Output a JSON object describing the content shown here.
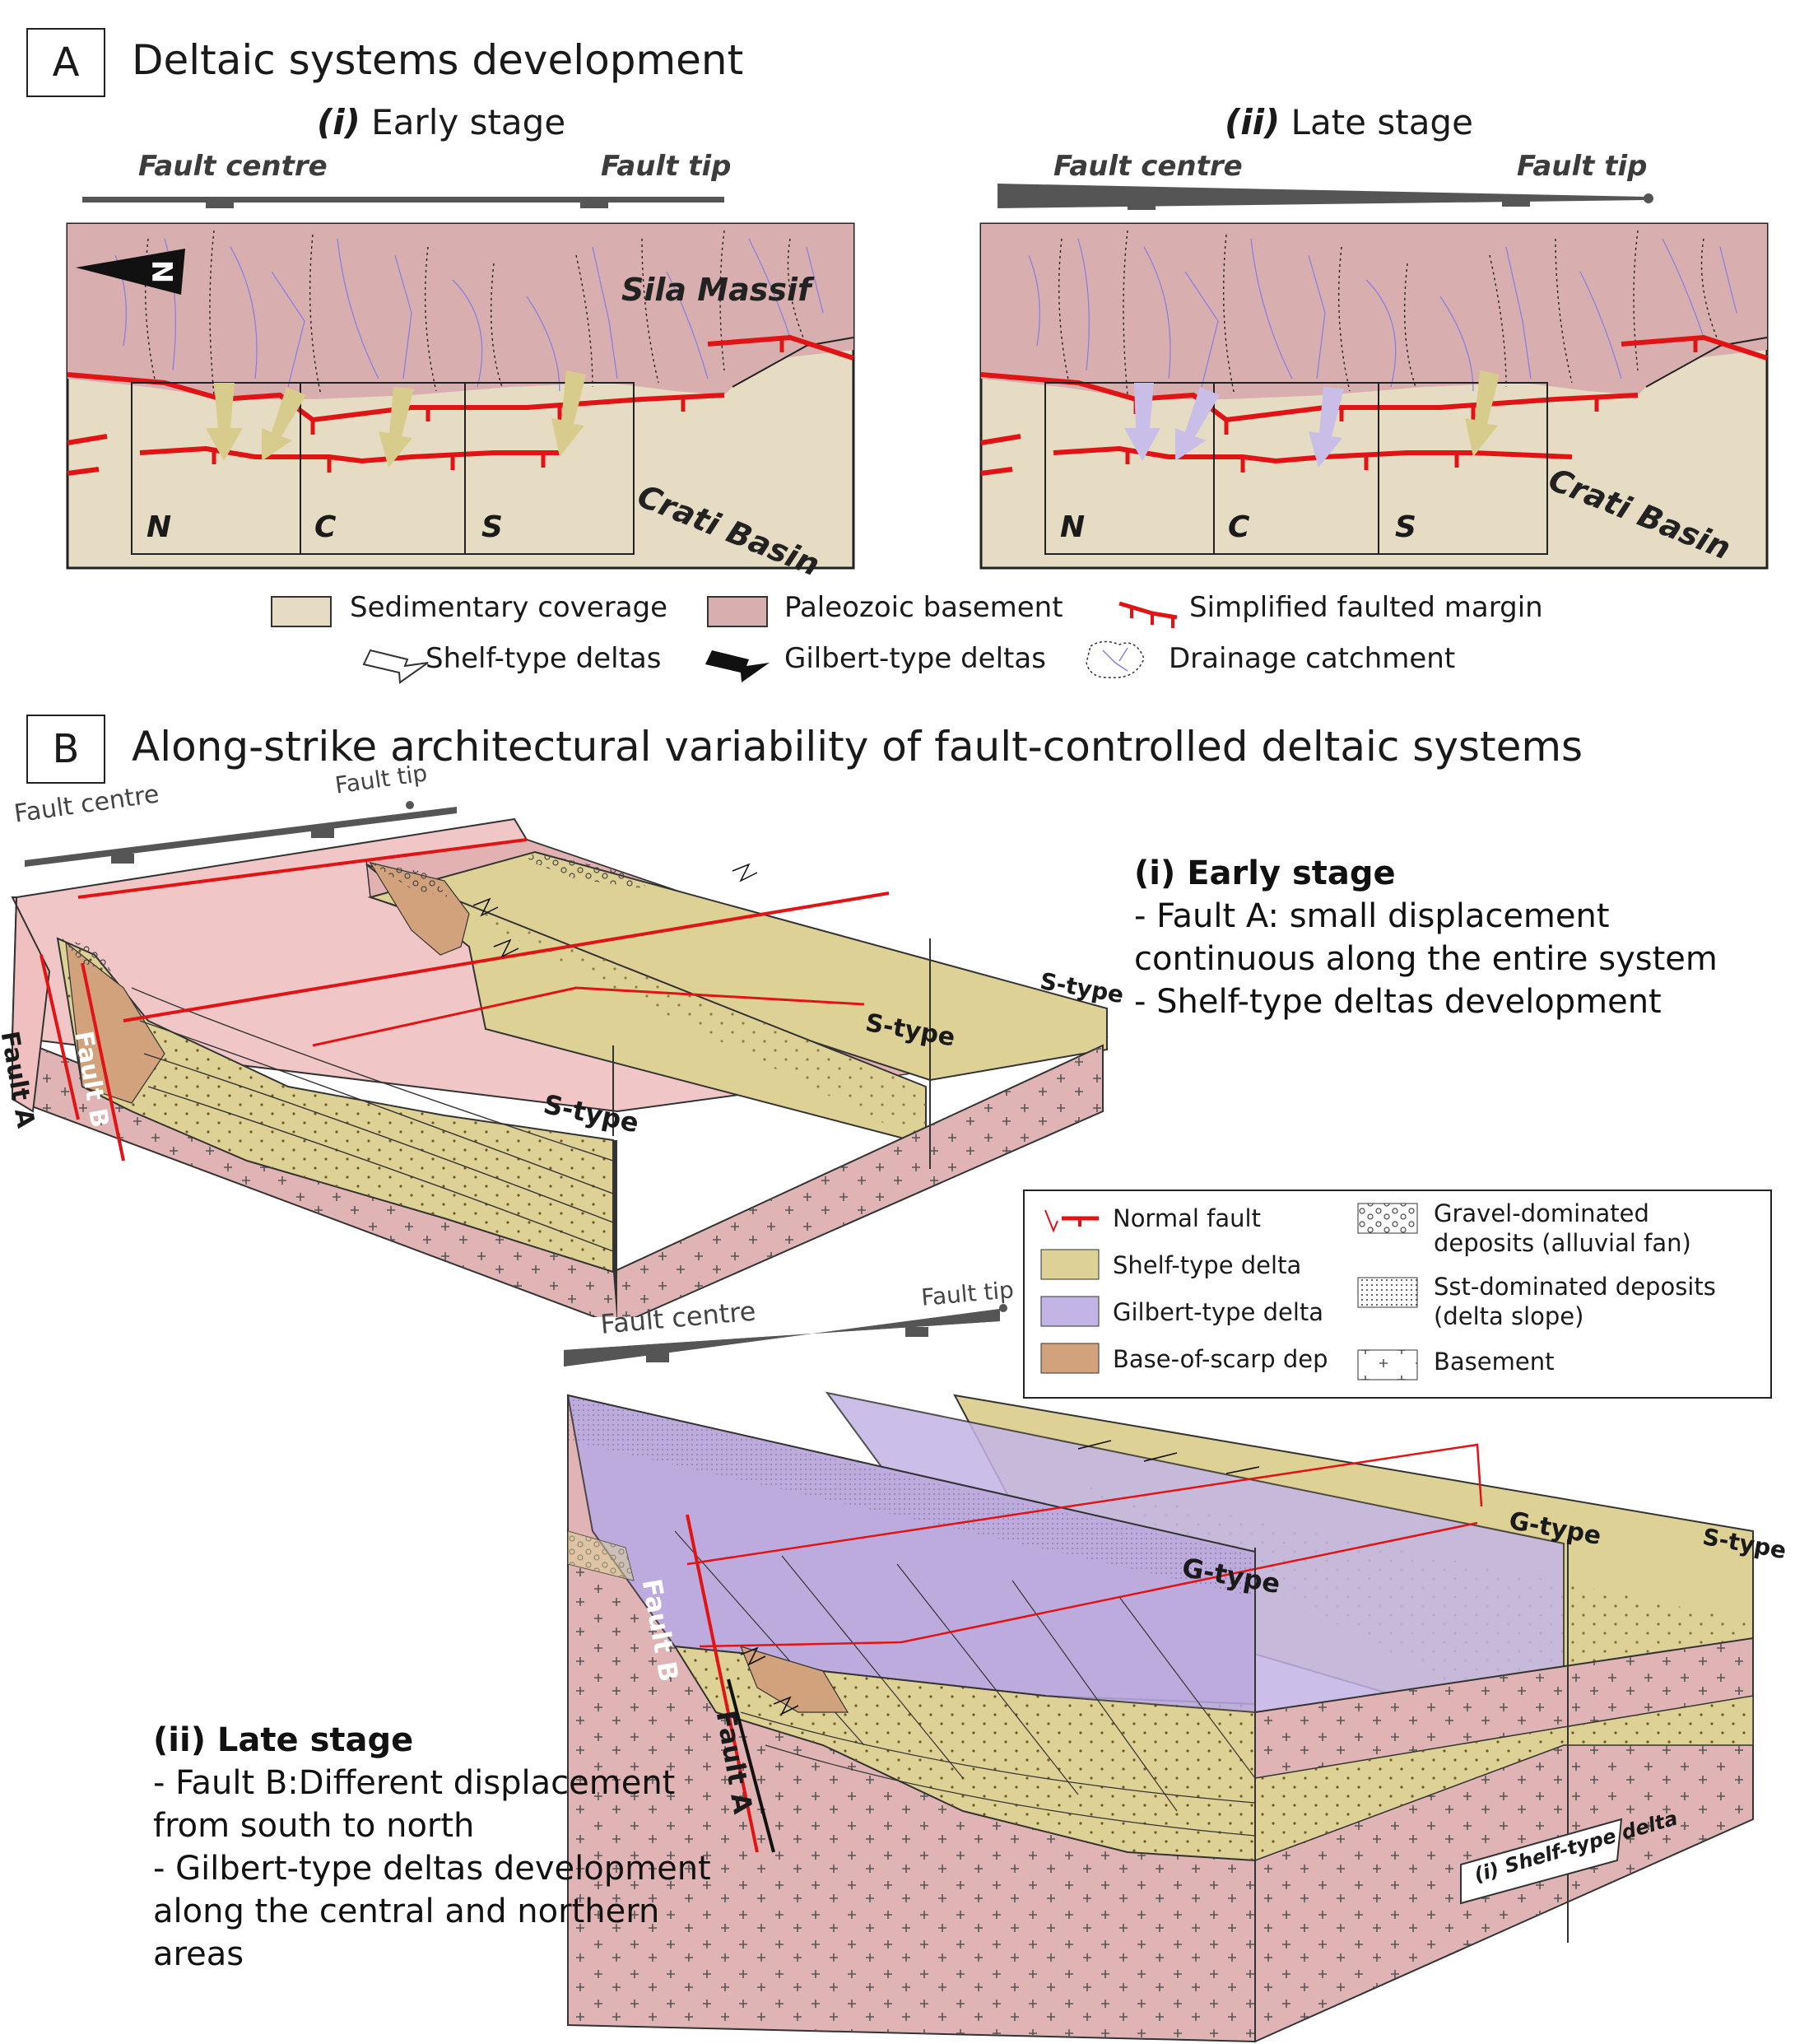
{
  "panel_a": {
    "letter": "A",
    "title": "Deltaic systems development",
    "early": {
      "num": "(i)",
      "label": "Early stage"
    },
    "late": {
      "num": "(ii)",
      "label": "Late stage"
    },
    "fault_centre": "Fault centre",
    "fault_tip": "Fault tip",
    "north": "N",
    "sila": "Sila Massif",
    "crati": "Crati Basin",
    "boxes": [
      "N",
      "C",
      "S"
    ],
    "legend": {
      "sed": "Sedimentary coverage",
      "paleo": "Paleozoic basement",
      "fault": "Simplified faulted margin",
      "shelf": "Shelf-type deltas",
      "gilbert": "Gilbert-type deltas",
      "drain": "Drainage catchment"
    }
  },
  "panel_b": {
    "letter": "B",
    "title": "Along-strike architectural variability of fault-controlled deltaic systems",
    "fault_centre": "Fault centre",
    "fault_tip": "Fault tip",
    "fault_a": "Fault A",
    "fault_b": "Fault B",
    "s_type": "S-type",
    "g_type": "G-type",
    "shelf_tag": "(i) Shelf-type delta",
    "early": {
      "head": "(i) Early stage",
      "l1": "- Fault A: small displacement",
      "l2": "continuous along the entire system",
      "l3": "- Shelf-type deltas development"
    },
    "late": {
      "head": "(ii) Late stage",
      "l1": "- Fault B:Different displacement",
      "l2": "from south to north",
      "l3": "- Gilbert-type deltas development",
      "l4": "along the central and northern",
      "l5": "areas"
    },
    "legend": {
      "normal": "Normal fault",
      "shelf": "Shelf-type delta",
      "gilbert": "Gilbert-type delta",
      "base": "Base-of-scarp dep",
      "gravel1": "Gravel-dominated",
      "gravel2": "deposits (alluvial fan)",
      "sst1": "Sst-dominated deposits",
      "sst2": "(delta slope)",
      "basement": "Basement"
    }
  },
  "colors": {
    "sediment": "#e5dcc3",
    "basement": "#d9aeae",
    "fault": "#e01414",
    "shelf": "#ded196",
    "gilbert": "#c2b5e6",
    "base_scarp": "#d2a27c",
    "arrow_shelf": "#d8cc8c",
    "arrow_gilbert": "#c8bee8"
  }
}
